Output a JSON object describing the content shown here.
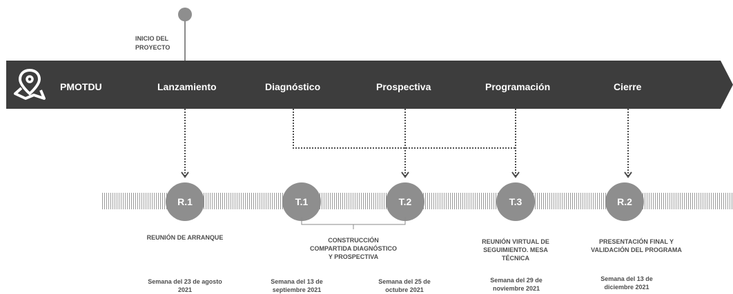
{
  "start": {
    "label_line1": "INICIO DEL",
    "label_line2": "PROYECTO"
  },
  "banner": {
    "program": "PMOTDU",
    "phases": [
      "Lanzamiento",
      "Diagnóstico",
      "Prospectiva",
      "Programación",
      "Cierre"
    ]
  },
  "milestones": [
    {
      "code": "R.1",
      "desc": [
        "REUNIÓN DE ARRANQUE"
      ],
      "date": [
        "Semana del 23 de agosto",
        "2021"
      ]
    },
    {
      "code": "T.1",
      "desc": [],
      "date": [
        "Semana del 13 de",
        "septiembre 2021"
      ]
    },
    {
      "code": "T.2",
      "desc": [],
      "date": [
        "Semana del 25 de",
        "octubre 2021"
      ]
    },
    {
      "code": "T.3",
      "desc": [
        "REUNIÓN VIRTUAL DE",
        "SEGUIMIENTO. MESA",
        "TÉCNICA"
      ],
      "date": [
        "Semana del 29 de",
        "noviembre 2021"
      ]
    },
    {
      "code": "R.2",
      "desc": [
        "PRESENTACIÓN FINAL Y",
        "VALIDACIÓN DEL PROGRAMA"
      ],
      "date": [
        "Semana del 13 de",
        "diciembre 2021"
      ]
    }
  ],
  "bracket": {
    "desc": [
      "CONSTRUCCIÓN",
      "COMPARTIDA DIAGNÓSTICO",
      "Y PROSPECTIVA"
    ]
  },
  "colors": {
    "banner": "#3d3d3d",
    "circle": "#8e8e8e",
    "connector": "#4d4d4d",
    "text": "#4d4d4d"
  },
  "icons": {
    "location": "map-pin-icon"
  }
}
